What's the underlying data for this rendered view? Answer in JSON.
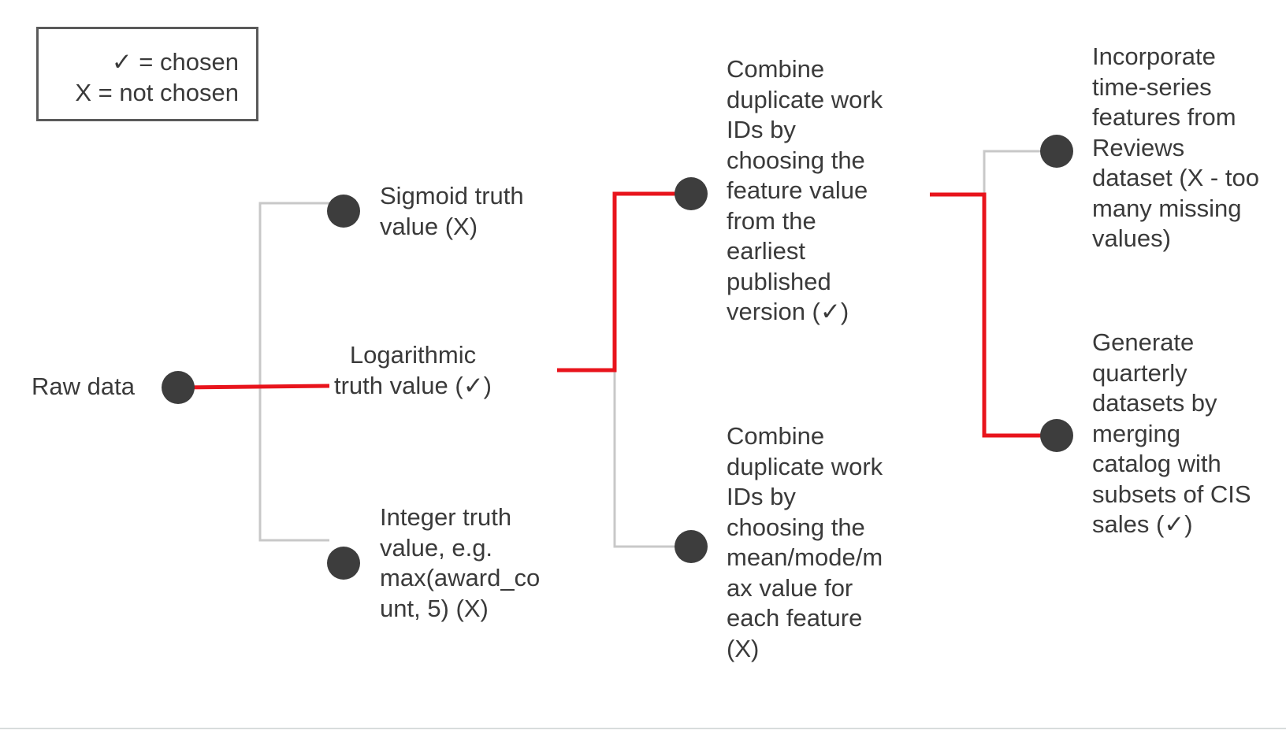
{
  "legend": {
    "chosen": "✓ = chosen",
    "not_chosen": "X = not chosen"
  },
  "root": {
    "label": "Raw data"
  },
  "level1": [
    {
      "lines": [
        "Sigmoid truth",
        "value (X)"
      ],
      "chosen": false
    },
    {
      "lines": [
        "Logarithmic",
        "truth value (✓)"
      ],
      "chosen": true
    },
    {
      "lines": [
        "Integer truth",
        "value, e.g.",
        "max(award_co",
        "unt, 5) (X)"
      ],
      "chosen": false
    }
  ],
  "level2": [
    {
      "lines": [
        "Combine",
        "duplicate work",
        "IDs by",
        "choosing the",
        "feature value",
        "from the",
        "earliest",
        "published",
        "version (✓)"
      ],
      "chosen": true
    },
    {
      "lines": [
        "Combine",
        "duplicate work",
        "IDs by",
        "choosing the",
        "mean/mode/m",
        "ax value for",
        "each feature",
        "(X)"
      ],
      "chosen": false
    }
  ],
  "level3": [
    {
      "lines": [
        "Incorporate",
        "time-series",
        "features from",
        "Reviews",
        "dataset (X - too",
        "many missing",
        "values)"
      ],
      "chosen": false
    },
    {
      "lines": [
        "Generate",
        "quarterly",
        "datasets by",
        "merging",
        "catalog with",
        "subsets of CIS",
        "sales (✓)"
      ],
      "chosen": true
    }
  ],
  "colors": {
    "chosen_edge": "#e8141c",
    "unchosen_edge": "#c8c8c8",
    "node": "#3d3d3d",
    "text": "#3a3a3a"
  }
}
